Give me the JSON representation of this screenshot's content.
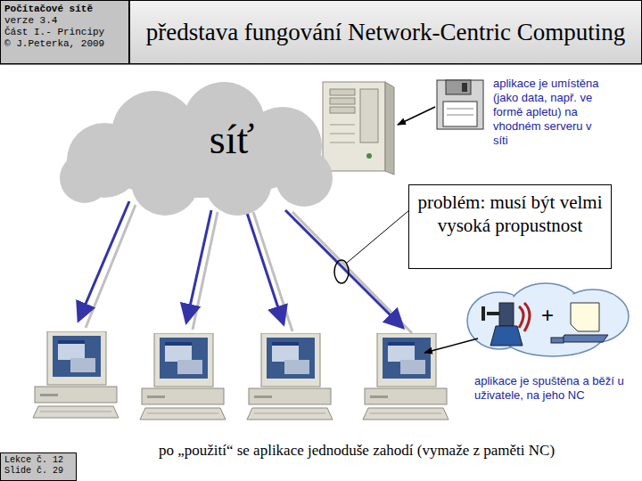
{
  "diagram": {
    "title": "představa fungování Network-Centric Computing",
    "nodes": [
      {
        "text": [
          "Počítačové sítě",
          "verze 3.4",
          "Část I.- Principy",
          "© J.Peterka, 2009"
        ]
      },
      {
        "text": [
          "síť"
        ]
      },
      {
        "text": [
          "problém: musí být velmi vysoká propustnost"
        ]
      },
      {
        "text": [
          "Lekce č. 12",
          "Slide č. 29"
        ]
      }
    ],
    "labels": [
      "aplikace je umístěna (jako data, např. ve formě apletu) na vhodném serveru v síti",
      "+",
      "aplikace je spuštěna a běží u uživatele, na jeho NC",
      "po „použití“ se aplikace jednoduše zahodí (vymaže z paměti NC)"
    ]
  }
}
